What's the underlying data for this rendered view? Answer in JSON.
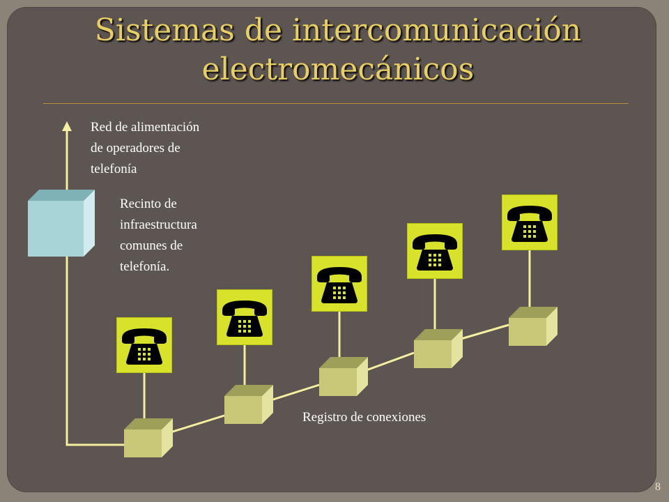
{
  "slide": {
    "title_line1": "Sistemas de intercomunicación",
    "title_line2": "electromecánicos",
    "page_number": "8"
  },
  "labels": {
    "feed_network": [
      "Red de alimentación",
      "de operadores de",
      "telefonía"
    ],
    "infrastructure_room": [
      "Recinto de",
      "infraestructura",
      "comunes de",
      "telefonía."
    ],
    "connection_register": "Registro de conexiones"
  },
  "colors": {
    "background": "#5d5551",
    "title": "#e8cf63",
    "line": "#f5f0a0",
    "box_front": "#c8c878",
    "box_top": "#9ea05a",
    "box_side": "#e4e4a0",
    "cabinet_front": "#a8d4d8",
    "cabinet_top": "#7fb2b6",
    "cabinet_side": "#d0ecee",
    "phone_bg": "#d9e22a",
    "phone_icon": "#000000"
  },
  "icons": {
    "phone": "telephone-icon",
    "cabinet": "infrastructure-cabinet-icon",
    "register": "connection-register-box",
    "arrow": "arrow-up-icon"
  }
}
